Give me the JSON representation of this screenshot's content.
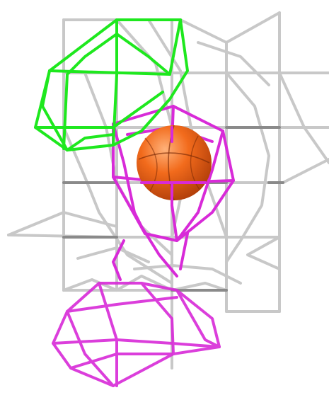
{
  "colors": {
    "background": "#ffffff",
    "gray_frame": "#c8c8c8",
    "gray_frame_dark": "#8a8a8a",
    "green_frame": "#1ee81e",
    "magenta_frame": "#d82ad8",
    "ball_fill": "#f26b1c",
    "ball_seam": "#7a2a06"
  },
  "objects": {
    "gray_frame": {
      "icon": "gray-wire-lattice"
    },
    "green_frame": {
      "icon": "green-wire-cage"
    },
    "magenta_upper_frame": {
      "icon": "magenta-wire-cage"
    },
    "magenta_lower_frame": {
      "icon": "magenta-wire-cage"
    },
    "ball": {
      "icon": "orange-basketball-sphere"
    }
  }
}
